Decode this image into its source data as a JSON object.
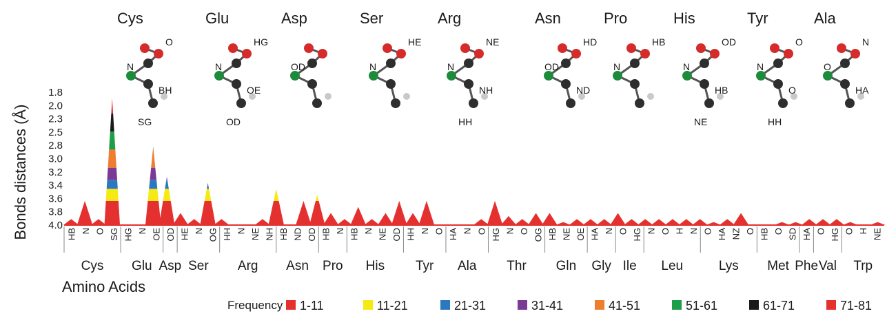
{
  "chart_data": {
    "type": "area",
    "title": "",
    "ylabel": "Bonds distances (Å)",
    "xlabel": "Amino Acids",
    "y_ticks": [
      "1.8",
      "2.0",
      "2.3",
      "2.5",
      "2.8",
      "3.0",
      "3.2",
      "3.4",
      "3.6",
      "3.8",
      "4.0"
    ],
    "ylim_top": "1.8",
    "ylim_bottom": "4.0",
    "atom_ticks": [
      "HB",
      "N",
      "O",
      "SG",
      "HG",
      "N",
      "OE",
      "OD",
      "HE",
      "N",
      "OG",
      "HH",
      "N",
      "NE",
      "NH",
      "HB",
      "ND",
      "OD",
      "HB",
      "N",
      "HB",
      "N",
      "NE",
      "OD",
      "HH",
      "N",
      "O",
      "HA",
      "N",
      "O",
      "HG",
      "N",
      "O",
      "OG",
      "HB",
      "NE",
      "OE",
      "HA",
      "N",
      "O",
      "HG",
      "N",
      "O",
      "H",
      "N",
      "O",
      "HA",
      "NZ",
      "O",
      "HB",
      "O",
      "SD",
      "HA",
      "O",
      "HG",
      "O",
      "H",
      "NE"
    ],
    "groups": [
      {
        "name": "Cys",
        "start": 0,
        "end": 3
      },
      {
        "name": "Glu",
        "start": 4,
        "end": 6
      },
      {
        "name": "Asp",
        "start": 7,
        "end": 7
      },
      {
        "name": "Ser",
        "start": 8,
        "end": 10
      },
      {
        "name": "Arg",
        "start": 11,
        "end": 14
      },
      {
        "name": "Asn",
        "start": 15,
        "end": 17
      },
      {
        "name": "Pro",
        "start": 18,
        "end": 19
      },
      {
        "name": "His",
        "start": 20,
        "end": 23
      },
      {
        "name": "Tyr",
        "start": 24,
        "end": 26
      },
      {
        "name": "Ala",
        "start": 27,
        "end": 29
      },
      {
        "name": "Thr",
        "start": 30,
        "end": 33
      },
      {
        "name": "Gln",
        "start": 34,
        "end": 36
      },
      {
        "name": "Gly",
        "start": 37,
        "end": 38
      },
      {
        "name": "Ile",
        "start": 39,
        "end": 40
      },
      {
        "name": "Leu",
        "start": 41,
        "end": 44
      },
      {
        "name": "Lys",
        "start": 45,
        "end": 48
      },
      {
        "name": "Met",
        "start": 49,
        "end": 51
      },
      {
        "name": "Phe",
        "start": 52,
        "end": 52
      },
      {
        "name": "Val",
        "start": 53,
        "end": 54
      },
      {
        "name": "Trp",
        "start": 55,
        "end": 57
      }
    ],
    "legend_label": "Frequency",
    "bands": [
      {
        "name": "1-11",
        "color": "#e53030"
      },
      {
        "name": "11-21",
        "color": "#f5ea14"
      },
      {
        "name": "21-31",
        "color": "#2c78c0"
      },
      {
        "name": "31-41",
        "color": "#7b3a96"
      },
      {
        "name": "41-51",
        "color": "#ee7d2f"
      },
      {
        "name": "51-61",
        "color": "#1f9e49"
      },
      {
        "name": "61-71",
        "color": "#1a1a1a"
      },
      {
        "name": "71-81",
        "color": "#e53030"
      }
    ],
    "peaks": [
      [
        3.9,
        3.6,
        3.9,
        1.9
      ],
      [
        4.0,
        4.0,
        2.7,
        3.2
      ],
      [
        3.8,
        3.9,
        3.3,
        3.9
      ],
      [
        4.0,
        4.0,
        3.9,
        3.4
      ],
      [
        4.0,
        3.6,
        3.5,
        3.8
      ],
      [
        3.9,
        3.7
      ],
      [
        3.9,
        3.8,
        3.6,
        3.8
      ],
      [
        3.6,
        4.0,
        4.0
      ],
      [
        4.0,
        3.9,
        3.6
      ],
      [
        3.85,
        3.9,
        3.8,
        3.8
      ],
      [
        3.95,
        3.9,
        3.9
      ],
      [
        3.9,
        3.8
      ],
      [
        3.9,
        3.9
      ],
      [
        3.9,
        3.9,
        3.9,
        3.9
      ],
      [
        3.95,
        3.9,
        3.8,
        4.0
      ],
      [
        4.0,
        3.95,
        3.95
      ],
      [
        3.9
      ],
      [
        3.9,
        3.9
      ],
      [
        3.95,
        4.0,
        3.95
      ]
    ],
    "grid": false,
    "legend_position": "bottom-right"
  },
  "molecules": [
    {
      "name": "Cys",
      "labels": [
        "N",
        "O",
        "BH",
        "SG"
      ]
    },
    {
      "name": "Glu",
      "labels": [
        "N",
        "HG",
        "OE",
        "OD"
      ]
    },
    {
      "name": "Asp",
      "labels": [
        "OD"
      ]
    },
    {
      "name": "Ser",
      "labels": [
        "N",
        "HE"
      ]
    },
    {
      "name": "Arg",
      "labels": [
        "N",
        "NE",
        "NH",
        "HH"
      ]
    },
    {
      "name": "Asn",
      "labels": [
        "OD",
        "HD",
        "ND"
      ]
    },
    {
      "name": "Pro",
      "labels": [
        "N",
        "HB"
      ]
    },
    {
      "name": "His",
      "labels": [
        "N",
        "OD",
        "HB",
        "NE"
      ]
    },
    {
      "name": "Tyr",
      "labels": [
        "N",
        "O",
        "O",
        "HH"
      ]
    },
    {
      "name": "Ala",
      "labels": [
        "O",
        "N",
        "HA"
      ]
    }
  ]
}
